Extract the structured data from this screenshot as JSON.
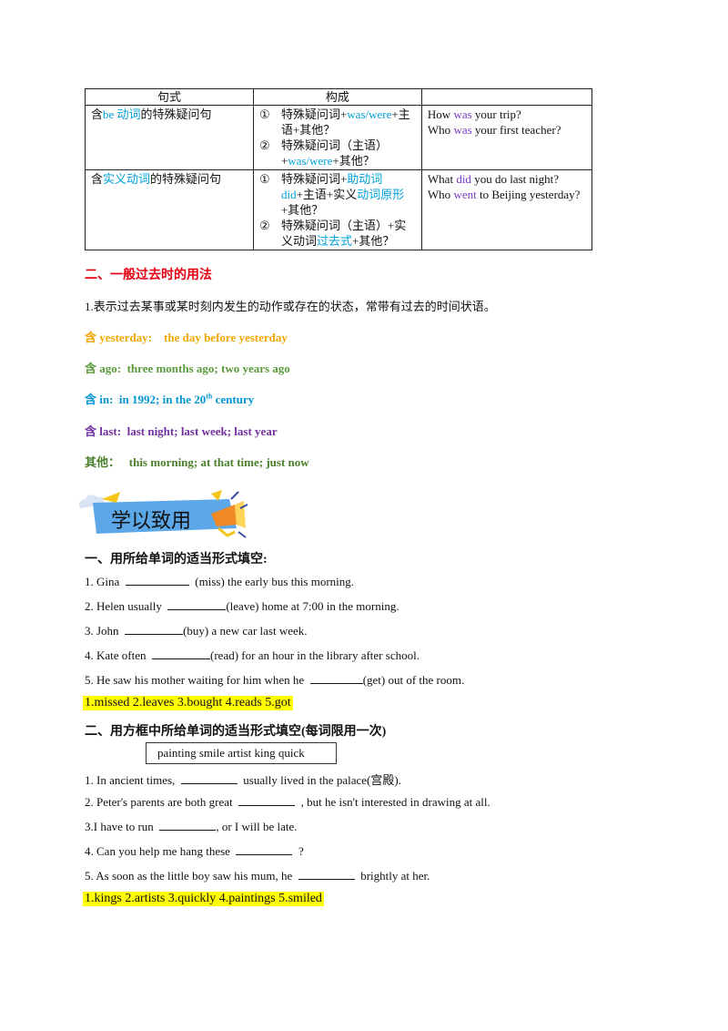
{
  "table": {
    "headers": [
      "句式",
      "构成",
      ""
    ],
    "rows": [
      {
        "pattern": [
          "含",
          "be 动词",
          "的特殊疑问句"
        ],
        "structure": [
          {
            "num": "①",
            "parts": [
              "特殊疑问词+",
              "was/were",
              "+主语+其他？"
            ]
          },
          {
            "num": "②",
            "parts": [
              "特殊疑问词（主语）+",
              "was/were",
              "+其他？"
            ]
          }
        ],
        "examples": [
          [
            "How ",
            "was",
            " your trip?"
          ],
          [
            "Who ",
            "was",
            " your first teacher?"
          ]
        ]
      },
      {
        "pattern": [
          "含",
          "实义动词",
          "的特殊疑问句"
        ],
        "structure": [
          {
            "num": "①",
            "parts": [
              "特殊疑问词+",
              "助动词did",
              "+主语+实义",
              "动词原形",
              "+其他？"
            ]
          },
          {
            "num": "②",
            "parts": [
              "特殊疑问词（主语）+实义动词",
              "过去式",
              "+其他？"
            ]
          }
        ],
        "examples": [
          [
            "What ",
            "did",
            " you do last night?"
          ],
          [
            "Who ",
            "went",
            " to Beijing yesterday?"
          ]
        ]
      }
    ]
  },
  "section2_title": "二、一般过去时的用法",
  "usage_line": "1.表示过去某事或某时刻内发生的动作或存在的状态，常带有过去的时间状语。",
  "time_lines": {
    "yesterday": {
      "label": "含 yesterday:",
      "text": "the  day  before  yesterday"
    },
    "ago": {
      "label": "含 ago:",
      "text": "three  months  ago;  two  years  ago"
    },
    "in": {
      "label": "含 in:",
      "text_a": "in  1992;  in  the  20",
      "sup": "th",
      "text_b": "  century"
    },
    "last": {
      "label": "含 last:",
      "text": "last  night;  last  week;  last  year"
    },
    "other": {
      "label": "其他：",
      "text": "this  morning;  at  that  time;  just  now"
    }
  },
  "banner_title": "学以致用",
  "ex1": {
    "title": "一、用所给单词的适当形式填空:",
    "items": [
      {
        "pre": "1. Gina ",
        "post": " (miss) the early bus this morning."
      },
      {
        "pre": "2. Helen usually ",
        "post": "(leave) home at 7:00 in the morning."
      },
      {
        "pre": "3. John ",
        "post": "(buy) a new car last week."
      },
      {
        "pre": "4. Kate often ",
        "post": "(read) for an hour in the library after school."
      },
      {
        "pre": "5. He saw his mother waiting for him when he ",
        "post": "(get) out of the room."
      }
    ],
    "answer": "1.missed 2.leaves 3.bought 4.reads 5.got"
  },
  "ex2": {
    "title": "二、用方框中所给单词的适当形式填空(每词限用一次)",
    "words": "painting smile artist king quick",
    "items": [
      {
        "pre": "1. In ancient times, ",
        "post": " usually lived in the  palace(宫殿)."
      },
      {
        "pre": "2. Peter's parents are both great ",
        "post": " , but he isn't interested in drawing at all."
      },
      {
        "pre": "3.I have to run ",
        "post": ",  or I will be late."
      },
      {
        "pre": "4. Can you help me hang these ",
        "post": " ?"
      },
      {
        "pre": "5. As soon as the little boy saw his mum, he ",
        "post": " brightly at her."
      }
    ],
    "answer": "1.kings 2.artists 3.quickly 4.paintings 5.smiled"
  },
  "colors": {
    "red": "#e60012",
    "orange": "#f0a500",
    "green": "#5a9a3c",
    "blue": "#0096d6",
    "purple": "#7030a0",
    "highlight": "#ffff00"
  }
}
